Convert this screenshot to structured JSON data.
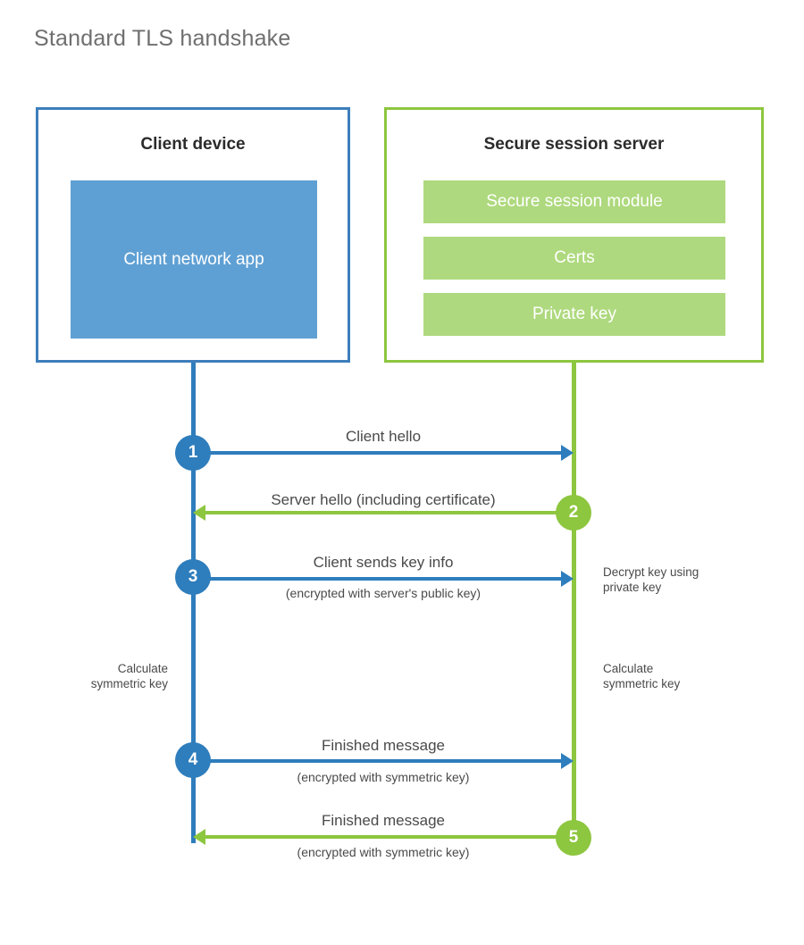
{
  "diagram": {
    "title": "Standard TLS handshake",
    "colors": {
      "client_accent": "#2E7DBC",
      "client_border": "#3D7EBB",
      "client_fill": "#5FA0D4",
      "server_accent": "#8DC63F",
      "server_fill": "#AED97E",
      "text": "#4a4a4a",
      "title_text": "#6f6f6f",
      "background": "#ffffff"
    },
    "actors": {
      "client": {
        "title": "Client device",
        "component": "Client network app"
      },
      "server": {
        "title": "Secure session server",
        "components": [
          "Secure session module",
          "Certs",
          "Private key"
        ]
      }
    },
    "steps": [
      {
        "number": "1",
        "label": "Client hello",
        "sublabel": "",
        "direction": "client-to-server",
        "origin": "client"
      },
      {
        "number": "2",
        "label": "Server hello (including certificate)",
        "sublabel": "",
        "direction": "server-to-client",
        "origin": "server"
      },
      {
        "number": "3",
        "label": "Client sends key info",
        "sublabel": "(encrypted with server's public key)",
        "direction": "client-to-server",
        "origin": "client"
      },
      {
        "number": "4",
        "label": "Finished message",
        "sublabel": "(encrypted with symmetric key)",
        "direction": "client-to-server",
        "origin": "client"
      },
      {
        "number": "5",
        "label": "Finished message",
        "sublabel": "(encrypted with symmetric key)",
        "direction": "server-to-client",
        "origin": "server"
      }
    ],
    "annotations": {
      "server_decrypt": "Decrypt key using\nprivate key",
      "server_decrypt_line1": "Decrypt key using",
      "server_decrypt_line2": "private key",
      "client_calculate_line1": "Calculate",
      "client_calculate_line2": "symmetric key",
      "server_calculate_line1": "Calculate",
      "server_calculate_line2": "symmetric key"
    }
  }
}
